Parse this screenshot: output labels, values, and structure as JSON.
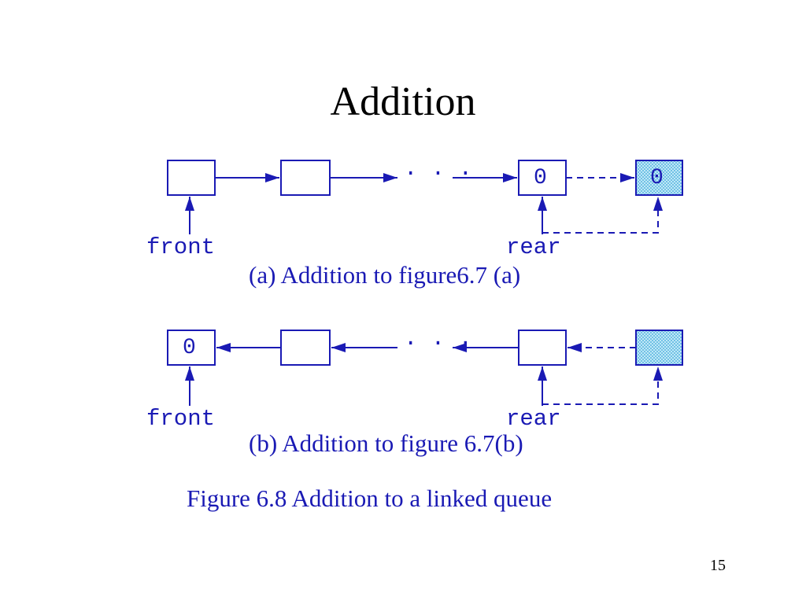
{
  "slide": {
    "title": "Addition",
    "page_number": "15"
  },
  "diagram_a": {
    "front_label": "front",
    "rear_label": "rear",
    "ellipsis": ". . .",
    "rear_node_value": "0",
    "new_node_value": "0",
    "caption": "(a) Addition to figure6.7 (a)"
  },
  "diagram_b": {
    "front_label": "front",
    "rear_label": "rear",
    "ellipsis": ". . .",
    "front_node_value": "0",
    "caption": "(b) Addition to figure 6.7(b)"
  },
  "figure_caption": "Figure 6.8 Addition to a linked queue",
  "colors": {
    "ink": "#1a1ab4",
    "new_node_fill": "#8fd6f0"
  }
}
